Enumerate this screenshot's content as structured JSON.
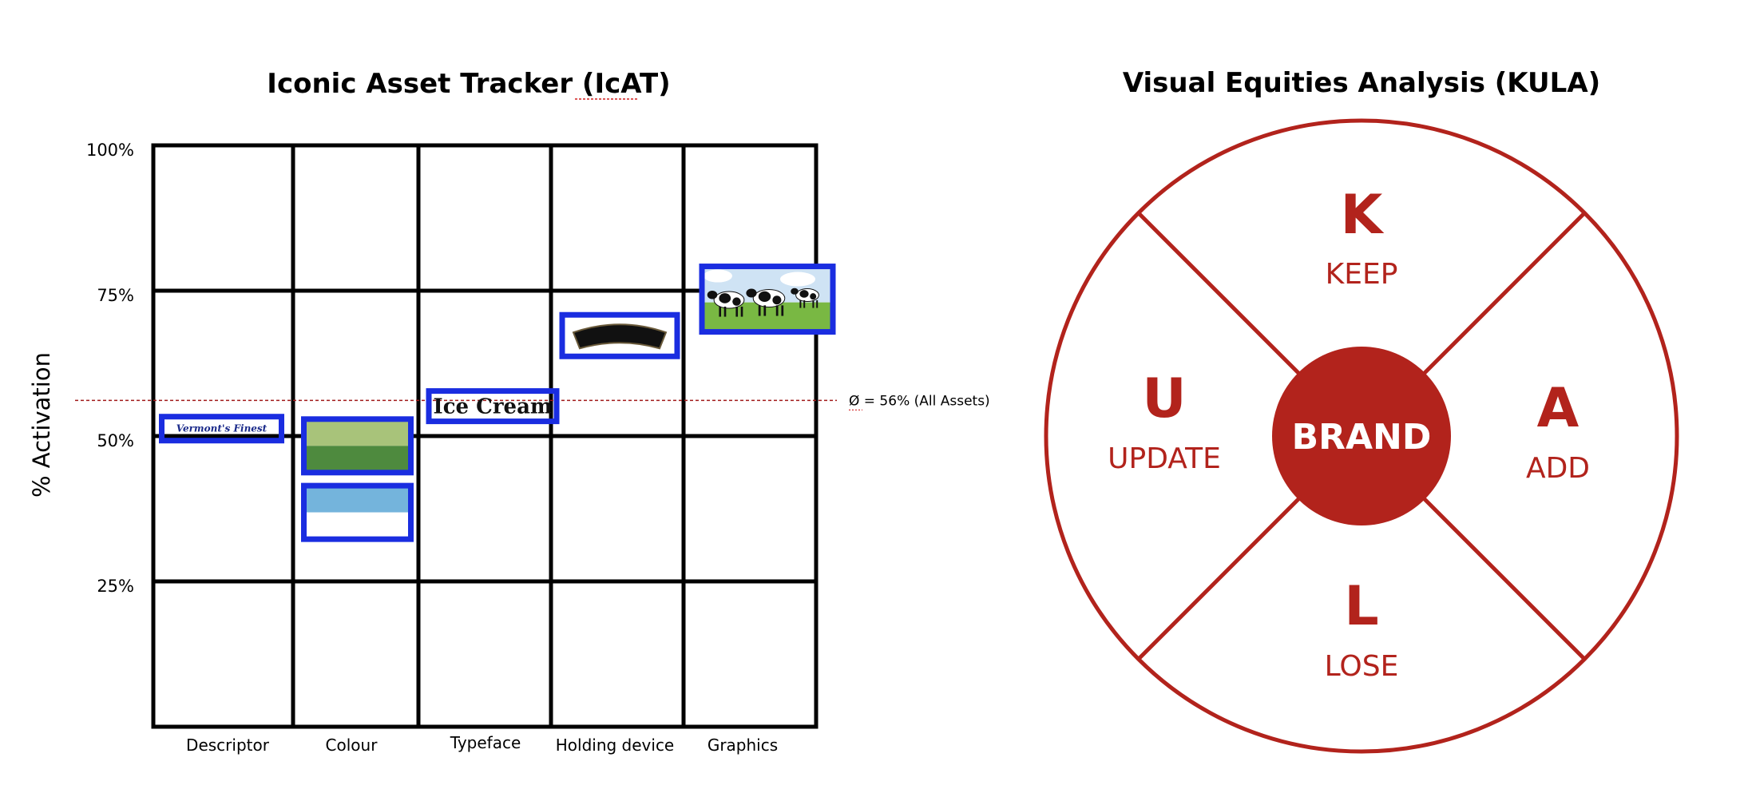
{
  "chart_data": [
    {
      "type": "scatter",
      "title": "Iconic Asset Tracker (IcAT)",
      "ylabel": "% Activation",
      "ylim": [
        0,
        100
      ],
      "yticks": [
        "100%",
        "75%",
        "50%",
        "25%"
      ],
      "grid": true,
      "categories": [
        "Descriptor",
        "Colour",
        "Typeface",
        "Holding device",
        "Graphics"
      ],
      "points": [
        {
          "category": "Descriptor",
          "value": 51,
          "asset": "Vermont's Finest",
          "thumbnail": "descriptor-text"
        },
        {
          "category": "Colour",
          "value": 49,
          "asset": "green",
          "thumbnail": "green-swatch",
          "colors": [
            "#a8c37a",
            "#4e8a3e"
          ]
        },
        {
          "category": "Colour",
          "value": 37,
          "asset": "blue",
          "thumbnail": "blue-swatch",
          "colors": [
            "#74b4dc",
            "#ffffff"
          ]
        },
        {
          "category": "Typeface",
          "value": 55,
          "asset": "Ice Cream",
          "thumbnail": "typeface-text"
        },
        {
          "category": "Holding device",
          "value": 67,
          "asset": "banner",
          "thumbnail": "banner-shape"
        },
        {
          "category": "Graphics",
          "value": 73,
          "asset": "cows",
          "thumbnail": "cows-illustration"
        }
      ],
      "average": {
        "value": 56,
        "label": "Ø = 56% (All Assets)"
      },
      "colors": {
        "frame": "#1a2de0",
        "average_line": "#a01818",
        "grid": "#000000"
      }
    },
    {
      "type": "diagram",
      "title": "Visual Equities Analysis  (KULA)",
      "center": "BRAND",
      "quadrants": [
        {
          "position": "top",
          "letter": "K",
          "word": "KEEP"
        },
        {
          "position": "left",
          "letter": "U",
          "word": "UPDATE"
        },
        {
          "position": "right",
          "letter": "A",
          "word": "ADD"
        },
        {
          "position": "bottom",
          "letter": "L",
          "word": "LOSE"
        }
      ],
      "colors": {
        "primary": "#b2231c"
      }
    }
  ]
}
